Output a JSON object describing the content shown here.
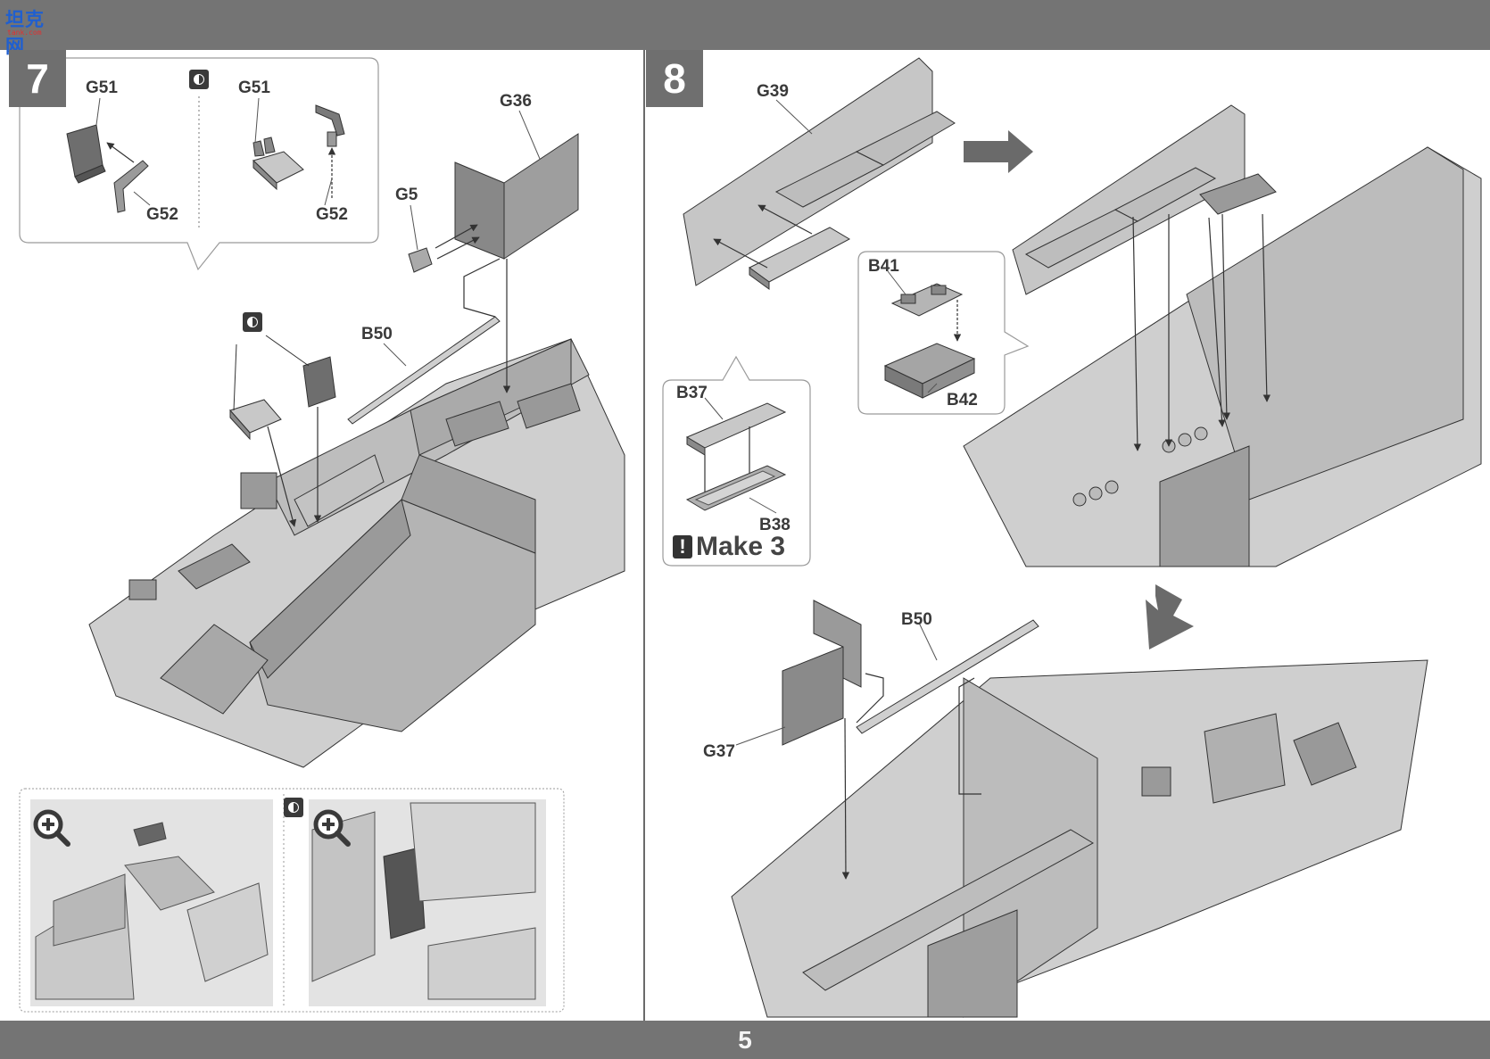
{
  "header": {
    "logo_text": "坦克网",
    "logo_sub": "tank.com"
  },
  "page_number": "5",
  "step7": {
    "number": "7",
    "callout_labels": {
      "g51_left": "G51",
      "g52_left": "G52",
      "g51_right": "G51",
      "g52_right": "G52"
    },
    "labels": {
      "g36": "G36",
      "g5": "G5",
      "b50": "B50"
    }
  },
  "step8": {
    "number": "8",
    "labels": {
      "g39": "G39",
      "b41": "B41",
      "b42": "B42",
      "b37": "B37",
      "b38": "B38",
      "b50": "B50",
      "g37": "G37"
    },
    "make_text": "Make 3"
  },
  "icons": [
    "alternate-option-icon",
    "zoom-in-icon",
    "warning-icon",
    "arrow-right-icon",
    "arrow-down-icon"
  ],
  "colors": {
    "bar": "#747474",
    "part_gray": "#b9b9b9",
    "part_dark": "#8a8a8a",
    "line": "#333333"
  }
}
